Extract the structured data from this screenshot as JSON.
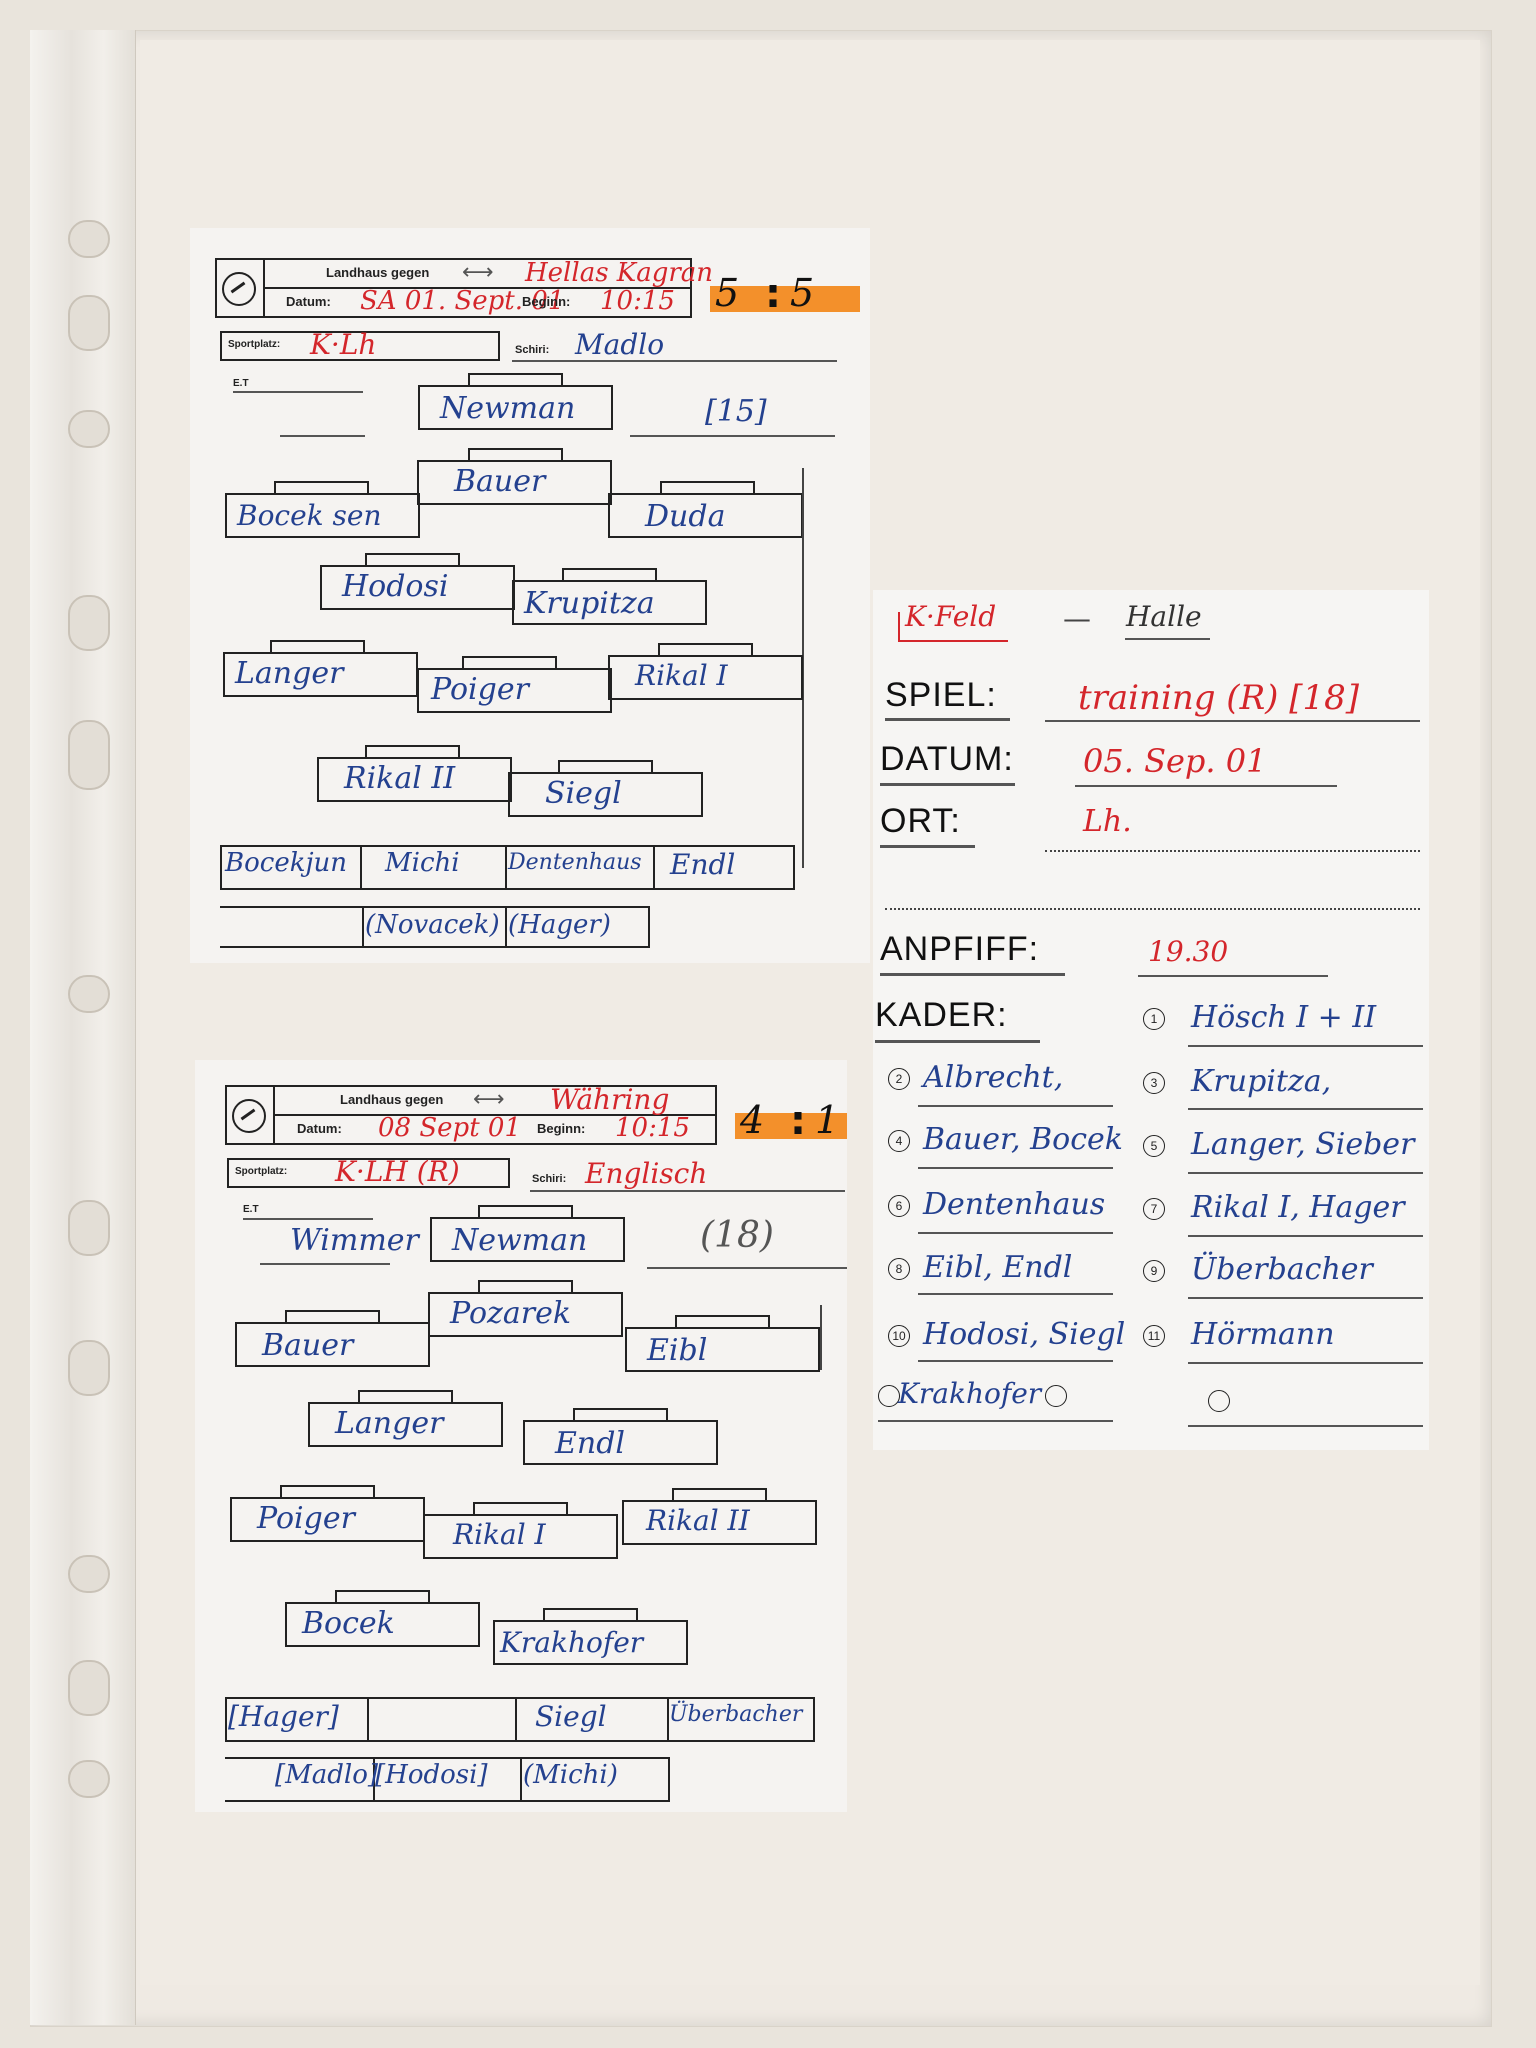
{
  "card1": {
    "header_label": "Landhaus gegen",
    "opponent": "Hellas Kagran",
    "datum_label": "Datum:",
    "datum": "SA 01. Sept. 01",
    "beginn_label": "Beginn:",
    "beginn": "10:15",
    "score_home": "5",
    "score_away": "5",
    "sportplatz_label": "Sportplatz:",
    "sportplatz": "K·Lh",
    "schiri_label": "Schiri:",
    "schiri": "Madlo",
    "et_label": "E.T",
    "count": "[15]",
    "players": [
      "Newman",
      "Bauer",
      "Bocek sen",
      "Duda",
      "Hodosi",
      "Krupitza",
      "Langer",
      "Poiger",
      "Rikal I",
      "Rikal II",
      "Siegl",
      "Bocekjun",
      "Michi",
      "Dentenhaus",
      "Endl",
      "(Novacek)",
      "(Hager)"
    ]
  },
  "card2": {
    "header_label": "Landhaus gegen",
    "opponent": "Währing",
    "datum_label": "Datum:",
    "datum": "08 Sept 01",
    "beginn_label": "Beginn:",
    "beginn": "10:15",
    "score_home": "4",
    "score_away": "1",
    "sportplatz_label": "Sportplatz:",
    "sportplatz": "K·LH (R)",
    "schiri_label": "Schiri:",
    "schiri": "Englisch",
    "et_label": "E.T",
    "count": "(18)",
    "players": [
      "Wimmer",
      "Newman",
      "Pozarek",
      "Bauer",
      "Eibl",
      "Langer",
      "Endl",
      "Poiger",
      "Rikal I",
      "Rikal II",
      "Bocek",
      "Krakhofer",
      "[Hager]",
      "Siegl",
      "Überbacher",
      "[Madlo]",
      "[Hodosi]",
      "(Michi)"
    ]
  },
  "card3": {
    "type_feld": "K·Feld",
    "dash": "—",
    "type_halle": "Halle",
    "spiel_label": "SPIEL:",
    "spiel": "training (R) [18]",
    "datum_label": "DATUM:",
    "datum": "05. Sep. 01",
    "ort_label": "ORT:",
    "ort": "Lh.",
    "anpfiff_label": "ANPFIFF:",
    "anpfiff": "19.30",
    "kader_label": "KADER:",
    "kader": [
      {
        "n": "1",
        "names": "Hösch I + II"
      },
      {
        "n": "2",
        "names": "Albrecht,"
      },
      {
        "n": "3",
        "names": "Krupitza,"
      },
      {
        "n": "4",
        "names": "Bauer, Bocek"
      },
      {
        "n": "5",
        "names": "Langer, Sieber"
      },
      {
        "n": "6",
        "names": "Dentenhaus"
      },
      {
        "n": "7",
        "names": "Rikal I, Hager"
      },
      {
        "n": "8",
        "names": "Eibl, Endl"
      },
      {
        "n": "9",
        "names": "Überbacher"
      },
      {
        "n": "10",
        "names": "Hodosi, Siegl"
      },
      {
        "n": "11",
        "names": "Hörmann"
      },
      {
        "n": "",
        "names": "Krakhofer"
      }
    ]
  }
}
